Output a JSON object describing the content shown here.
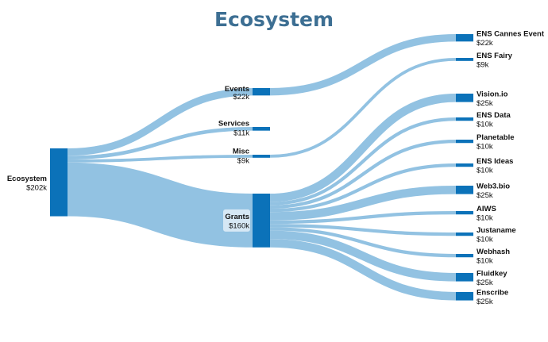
{
  "title": "Ecosystem",
  "colors": {
    "link": "#92c2e2",
    "node": "#0b72b9",
    "title": "#3d6f93",
    "label_box": "#d6e8f5"
  },
  "nodes": [
    {
      "id": "ecosystem",
      "name": "Ecosystem",
      "value_label": "$202k",
      "value": 202
    },
    {
      "id": "events",
      "name": "Events",
      "value_label": "$22k",
      "value": 22
    },
    {
      "id": "services",
      "name": "Services",
      "value_label": "$11k",
      "value": 11
    },
    {
      "id": "misc",
      "name": "Misc",
      "value_label": "$9k",
      "value": 9
    },
    {
      "id": "grants",
      "name": "Grants",
      "value_label": "$160k",
      "value": 160
    },
    {
      "id": "ens-cannes-event",
      "name": "ENS Cannes Event",
      "value_label": "$22k",
      "value": 22
    },
    {
      "id": "ens-fairy",
      "name": "ENS Fairy",
      "value_label": "$9k",
      "value": 9
    },
    {
      "id": "vision-io",
      "name": "Vision.io",
      "value_label": "$25k",
      "value": 25
    },
    {
      "id": "ens-data",
      "name": "ENS Data",
      "value_label": "$10k",
      "value": 10
    },
    {
      "id": "planetable",
      "name": "Planetable",
      "value_label": "$10k",
      "value": 10
    },
    {
      "id": "ens-ideas",
      "name": "ENS Ideas",
      "value_label": "$10k",
      "value": 10
    },
    {
      "id": "web3-bio",
      "name": "Web3.bio",
      "value_label": "$25k",
      "value": 25
    },
    {
      "id": "aiws",
      "name": "AIWS",
      "value_label": "$10k",
      "value": 10
    },
    {
      "id": "justaname",
      "name": "Justaname",
      "value_label": "$10k",
      "value": 10
    },
    {
      "id": "webhash",
      "name": "Webhash",
      "value_label": "$10k",
      "value": 10
    },
    {
      "id": "fluidkey",
      "name": "Fluidkey",
      "value_label": "$25k",
      "value": 25
    },
    {
      "id": "enscribe",
      "name": "Enscribe",
      "value_label": "$25k",
      "value": 25
    }
  ],
  "links": [
    {
      "source": "ecosystem",
      "target": "events",
      "value": 22
    },
    {
      "source": "ecosystem",
      "target": "services",
      "value": 11
    },
    {
      "source": "ecosystem",
      "target": "misc",
      "value": 9
    },
    {
      "source": "ecosystem",
      "target": "grants",
      "value": 160
    },
    {
      "source": "events",
      "target": "ens-cannes-event",
      "value": 22
    },
    {
      "source": "misc",
      "target": "ens-fairy",
      "value": 9
    },
    {
      "source": "grants",
      "target": "vision-io",
      "value": 25
    },
    {
      "source": "grants",
      "target": "ens-data",
      "value": 10
    },
    {
      "source": "grants",
      "target": "planetable",
      "value": 10
    },
    {
      "source": "grants",
      "target": "ens-ideas",
      "value": 10
    },
    {
      "source": "grants",
      "target": "web3-bio",
      "value": 25
    },
    {
      "source": "grants",
      "target": "aiws",
      "value": 10
    },
    {
      "source": "grants",
      "target": "justaname",
      "value": 10
    },
    {
      "source": "grants",
      "target": "webhash",
      "value": 10
    },
    {
      "source": "grants",
      "target": "fluidkey",
      "value": 25
    },
    {
      "source": "grants",
      "target": "enscribe",
      "value": 25
    }
  ]
}
